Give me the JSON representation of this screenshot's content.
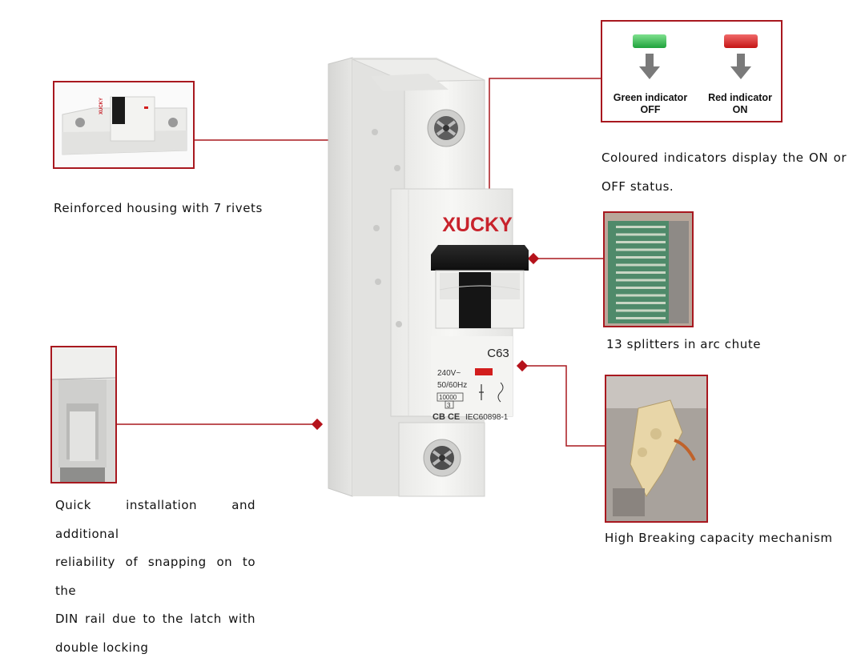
{
  "product": {
    "brand": "XUCKY",
    "rating": "C63",
    "voltage": "240V~",
    "frequency": "50/60Hz",
    "capacity": "10000",
    "class": "3",
    "standard": "IEC60898-1",
    "marks": "CB CE"
  },
  "callouts": {
    "housing": "Reinforced housing with 7 rivets",
    "indicators_line1": "Coloured indicators display the ON or",
    "indicators_line2": "OFF status.",
    "splitters": "13 splitters in arc chute",
    "mechanism": "High Breaking capacity mechanism",
    "latch_lines": [
      "Quick installation and additional",
      "reliability of snapping on to the",
      "DIN rail due to the latch with",
      "double locking"
    ]
  },
  "indicator_legend": {
    "green_title": "Green indicator",
    "green_state": "OFF",
    "red_title": "Red indicator",
    "red_state": "ON"
  },
  "colors": {
    "accent": "#a8181f",
    "green_indicator": "#2fb44a",
    "red_indicator": "#d21d1d",
    "brand_red": "#c8232c"
  }
}
